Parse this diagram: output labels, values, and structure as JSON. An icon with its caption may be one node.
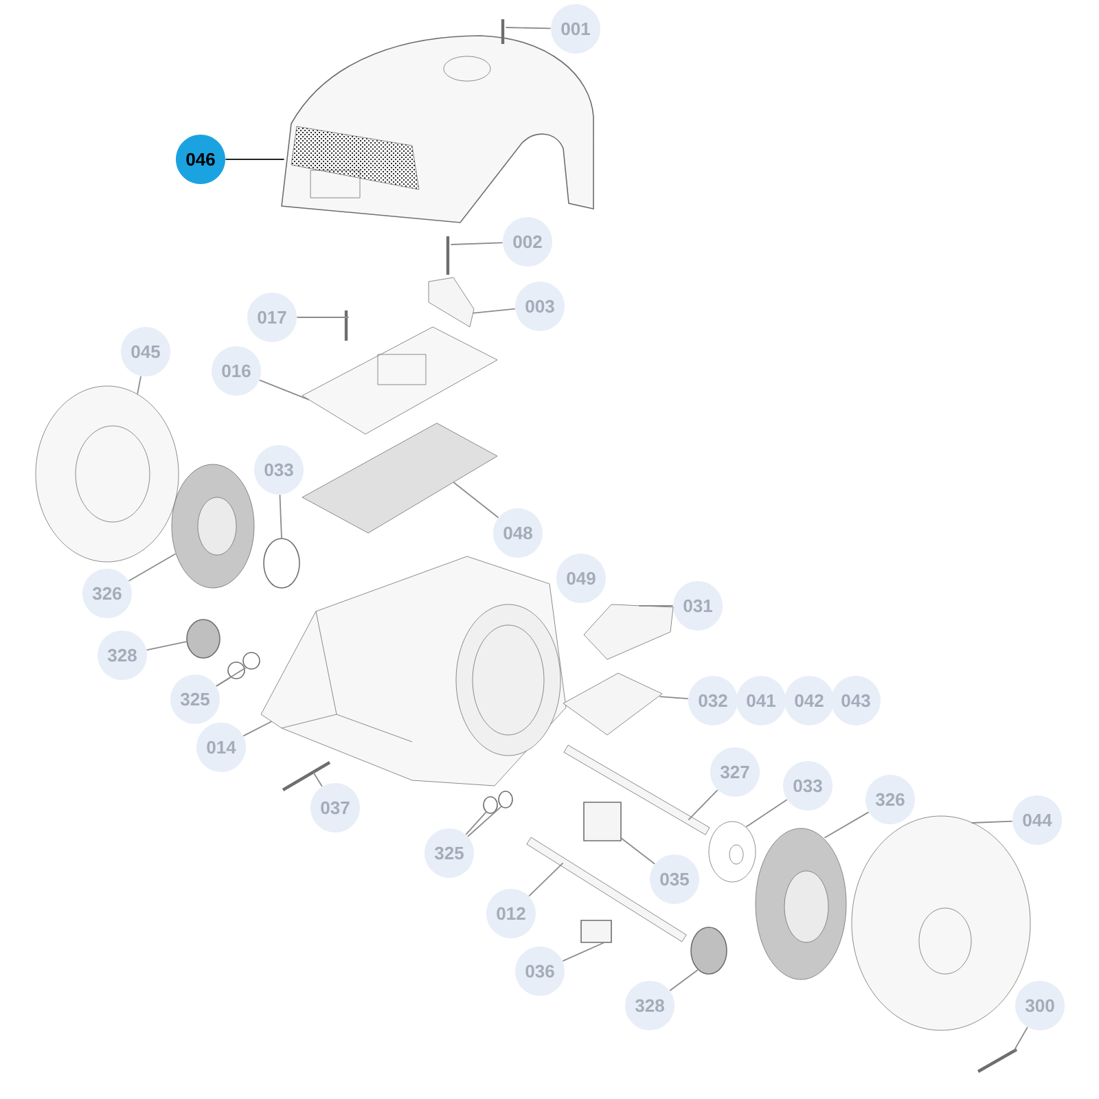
{
  "diagram": {
    "nodes": [
      {
        "text": [
          "001"
        ]
      },
      {
        "text": [
          "046"
        ]
      },
      {
        "text": [
          "002"
        ]
      },
      {
        "text": [
          "003"
        ]
      },
      {
        "text": [
          "017"
        ]
      },
      {
        "text": [
          "016"
        ]
      },
      {
        "text": [
          "045"
        ]
      },
      {
        "text": [
          "033"
        ]
      },
      {
        "text": [
          "048"
        ]
      },
      {
        "text": [
          "326"
        ]
      },
      {
        "text": [
          "049"
        ]
      },
      {
        "text": [
          "031"
        ]
      },
      {
        "text": [
          "328"
        ]
      },
      {
        "text": [
          "325"
        ]
      },
      {
        "text": [
          "014"
        ]
      },
      {
        "text": [
          "032"
        ]
      },
      {
        "text": [
          "041"
        ]
      },
      {
        "text": [
          "042"
        ]
      },
      {
        "text": [
          "043"
        ]
      },
      {
        "text": [
          "037"
        ]
      },
      {
        "text": [
          "327"
        ]
      },
      {
        "text": [
          "033"
        ]
      },
      {
        "text": [
          "326"
        ]
      },
      {
        "text": [
          "044"
        ]
      },
      {
        "text": [
          "325"
        ]
      },
      {
        "text": [
          "035"
        ]
      },
      {
        "text": [
          "012"
        ]
      },
      {
        "text": [
          "036"
        ]
      },
      {
        "text": [
          "328"
        ]
      },
      {
        "text": [
          "300"
        ]
      },
      {
        "text": [],
        "shape": "picture"
      },
      {
        "text": [],
        "shape": "picture"
      },
      {
        "text": [],
        "shape": "picture"
      },
      {
        "text": [],
        "shape": "picture"
      },
      {
        "text": [],
        "shape": "picture"
      },
      {
        "text": [],
        "shape": "picture"
      },
      {
        "text": [],
        "shape": "picture"
      },
      {
        "text": [],
        "shape": "circle"
      },
      {
        "text": [],
        "shape": "picture"
      },
      {
        "text": [],
        "shape": "picture"
      },
      {
        "text": [],
        "shape": "picture"
      },
      {
        "text": [],
        "shape": "circle"
      },
      {
        "text": [],
        "shape": "circle"
      },
      {
        "text": [],
        "shape": "circle"
      },
      {
        "text": [],
        "shape": "picture"
      },
      {
        "text": [],
        "shape": "picture"
      },
      {
        "text": [],
        "shape": "picture"
      },
      {
        "text": [],
        "shape": "picture"
      },
      {
        "text": [],
        "shape": "picture"
      },
      {
        "text": [],
        "shape": "picture"
      },
      {
        "text": [],
        "shape": "picture"
      },
      {
        "text": [],
        "shape": "circle"
      },
      {
        "text": [],
        "shape": "circle"
      },
      {
        "text": [],
        "shape": "box"
      },
      {
        "text": [],
        "shape": "picture"
      },
      {
        "text": [],
        "shape": "box"
      },
      {
        "text": [],
        "shape": "circle"
      },
      {
        "text": [],
        "shape": "picture"
      }
    ],
    "edges": [
      {
        "from": 0,
        "to": 30,
        "arrow": "none"
      },
      {
        "from": 1,
        "to": 31,
        "arrow": "none",
        "color": "#222222"
      },
      {
        "from": 2,
        "to": 32,
        "arrow": "none"
      },
      {
        "from": 3,
        "to": 33,
        "arrow": "none"
      },
      {
        "from": 4,
        "to": 34,
        "arrow": "none"
      },
      {
        "from": 5,
        "to": 35,
        "arrow": "none"
      },
      {
        "from": 6,
        "to": 36,
        "arrow": "none"
      },
      {
        "from": 7,
        "to": 37,
        "arrow": "none"
      },
      {
        "from": 8,
        "to": 38,
        "arrow": "none"
      },
      {
        "from": 9,
        "to": 39,
        "arrow": "none"
      },
      {
        "from": 11,
        "to": 40,
        "arrow": "none"
      },
      {
        "from": 12,
        "to": 41,
        "arrow": "none"
      },
      {
        "from": 13,
        "to": 42,
        "arrow": "none"
      },
      {
        "from": 13,
        "to": 43,
        "arrow": "none"
      },
      {
        "from": 14,
        "to": 44,
        "arrow": "none"
      },
      {
        "from": 15,
        "to": 45,
        "arrow": "none"
      },
      {
        "from": 19,
        "to": 46,
        "arrow": "none"
      },
      {
        "from": 20,
        "to": 47,
        "arrow": "none"
      },
      {
        "from": 21,
        "to": 48,
        "arrow": "none"
      },
      {
        "from": 22,
        "to": 49,
        "arrow": "none"
      },
      {
        "from": 23,
        "to": 50,
        "arrow": "none"
      },
      {
        "from": 24,
        "to": 51,
        "arrow": "none"
      },
      {
        "from": 24,
        "to": 52,
        "arrow": "none"
      },
      {
        "from": 25,
        "to": 53,
        "arrow": "none"
      },
      {
        "from": 26,
        "to": 54,
        "arrow": "none"
      },
      {
        "from": 27,
        "to": 55,
        "arrow": "none"
      },
      {
        "from": 28,
        "to": 56,
        "arrow": "none"
      },
      {
        "from": 29,
        "to": 57,
        "arrow": "none"
      }
    ]
  }
}
